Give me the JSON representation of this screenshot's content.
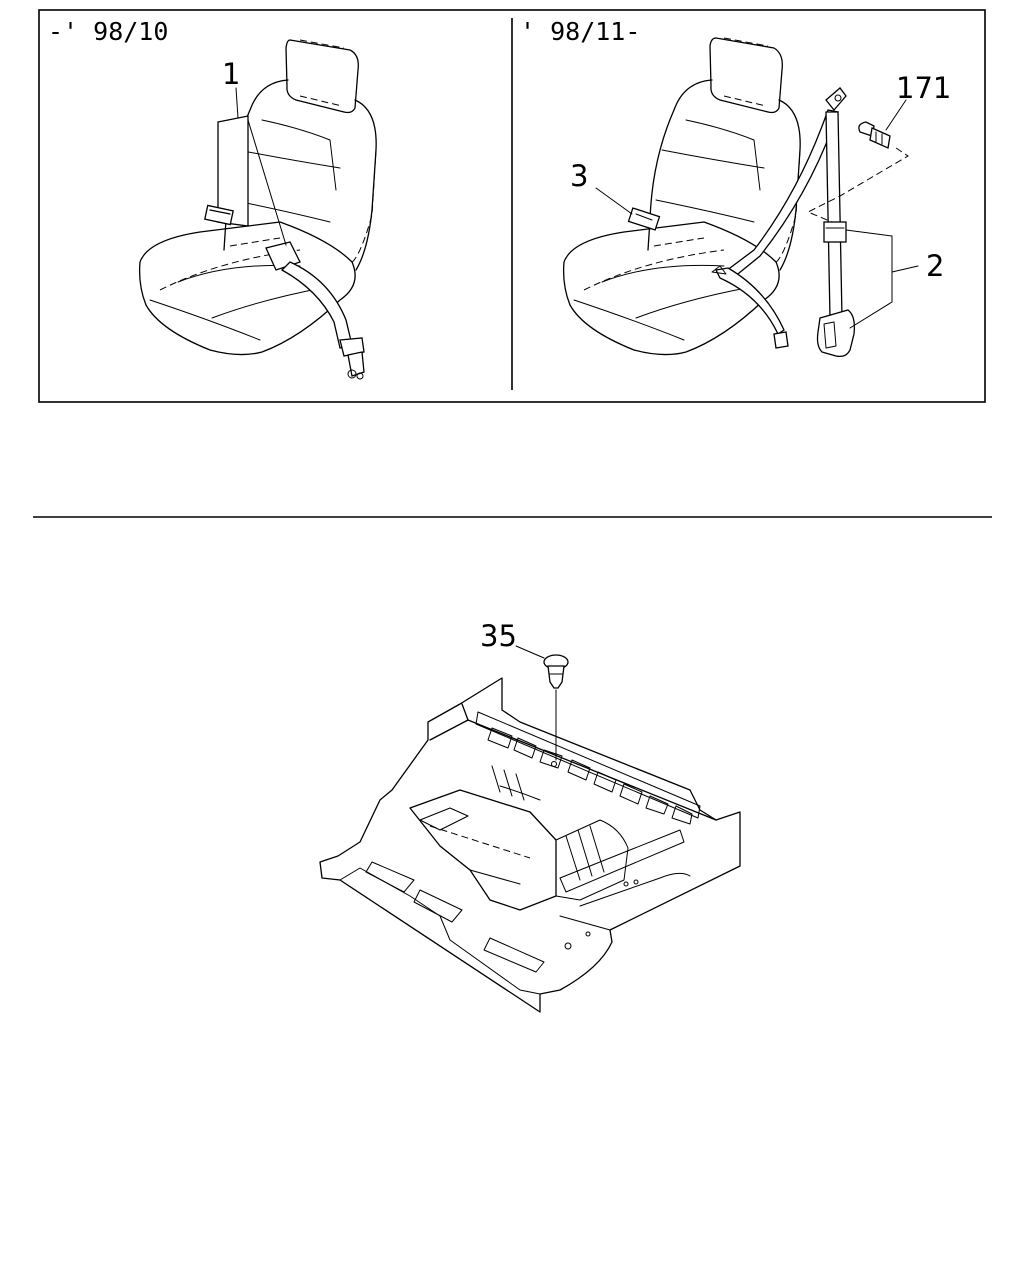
{
  "panels": {
    "left": {
      "date_label": "-' 98/10"
    },
    "right": {
      "date_label": "' 98/11-"
    }
  },
  "callouts": {
    "lap_belt": "1",
    "buckle": "3",
    "bolt": "171",
    "retractor_belt": "2",
    "floor_clip": "35"
  }
}
